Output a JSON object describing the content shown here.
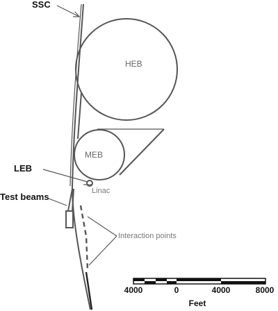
{
  "labels": {
    "ssc": "SSC",
    "heb": "HEB",
    "meb": "MEB",
    "leb": "LEB",
    "linac": "Linac",
    "test_beams": "Test beams",
    "interaction_points": "Interaction points"
  },
  "scale_bar": {
    "ticks": [
      "4000",
      "0",
      "4000",
      "8000"
    ],
    "unit": "Feet"
  }
}
